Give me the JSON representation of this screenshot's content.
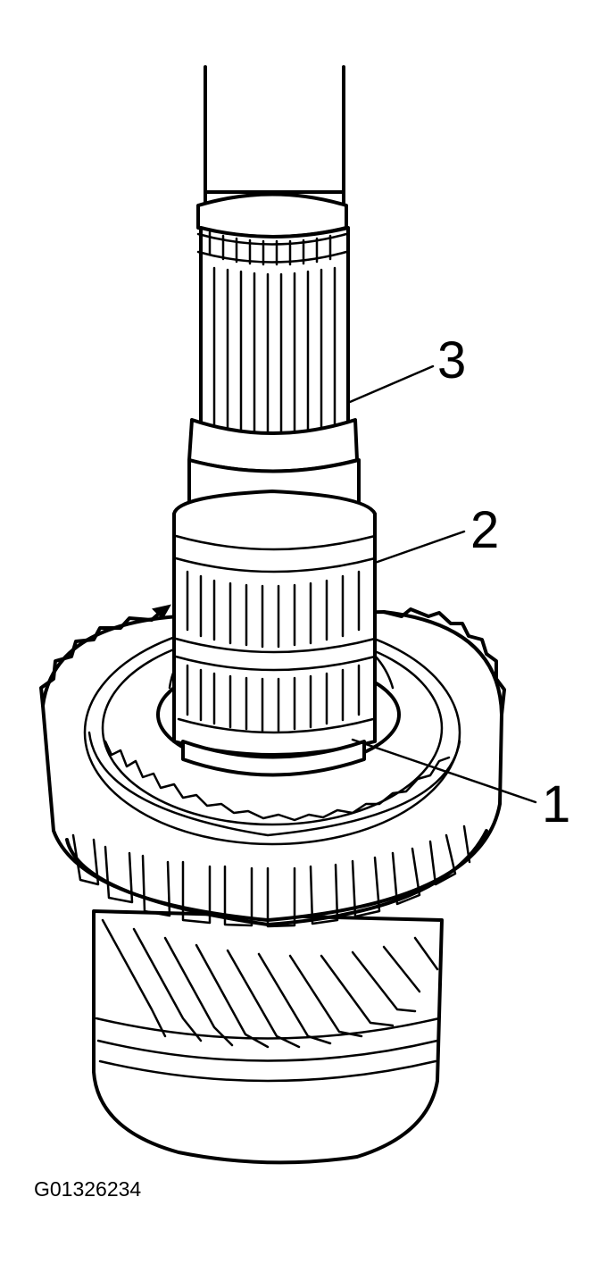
{
  "callouts": [
    {
      "label": "1"
    },
    {
      "label": "2"
    },
    {
      "label": "3"
    }
  ],
  "figure_code": "G01326234"
}
